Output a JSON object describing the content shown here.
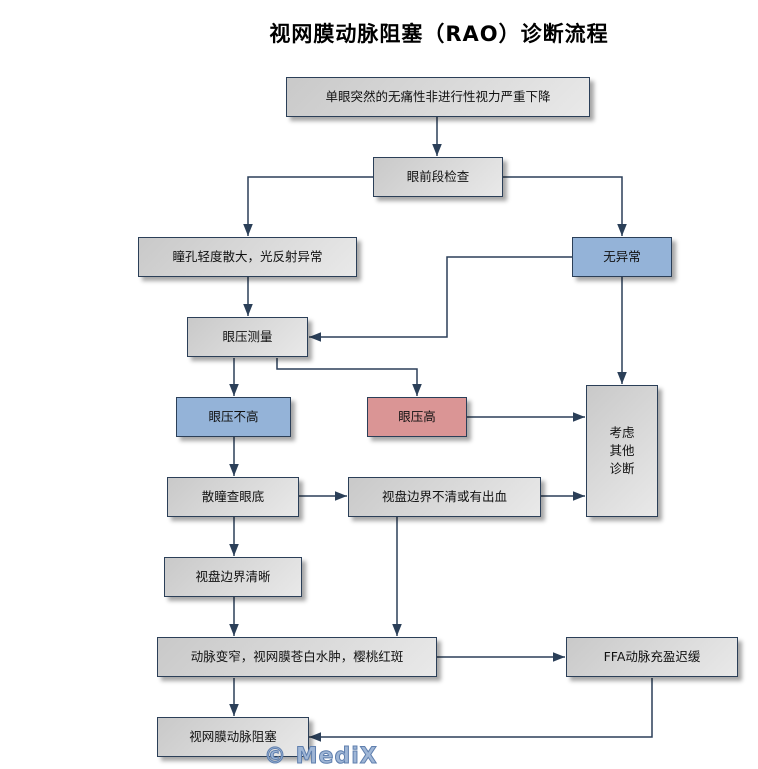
{
  "title": "视网膜动脉阻塞（RAO）诊断流程",
  "colors": {
    "line": "#2b3f58",
    "normal_node": "#d8d8d8",
    "blue_node": "#94b3d8",
    "red_node": "#da9595"
  },
  "nodes": {
    "symptom": "单眼突然的无痛性非进行性视力严重下降",
    "anterior_exam": "眼前段检查",
    "pupil_abnormal": "瞳孔轻度散大，光反射异常",
    "no_abnormal": "无异常",
    "iop_measure": "眼压测量",
    "iop_not_high": "眼压不高",
    "iop_high": "眼压高",
    "other_diagnosis": "考虑\n其他\n诊断",
    "dilated_fundus": "散瞳查眼底",
    "disc_unclear": "视盘边界不清或有出血",
    "disc_clear": "视盘边界清晰",
    "findings": "动脉变窄，视网膜苍白水肿，樱桃红斑",
    "ffa": "FFA动脉充盈迟缓",
    "rao": "视网膜动脉阻塞"
  },
  "watermark": "© MediX"
}
